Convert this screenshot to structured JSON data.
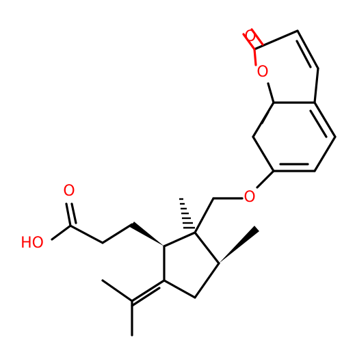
{
  "colors": {
    "background": "#ffffff",
    "bond": "#000000",
    "oxygen": "#ff0000"
  },
  "atoms": {
    "carbonyl_oxygen": "O",
    "ring_oxygen": "O",
    "ether_oxygen": "O",
    "acid_carbonyl_oxygen": "O",
    "acid_hydroxyl": "HO"
  }
}
